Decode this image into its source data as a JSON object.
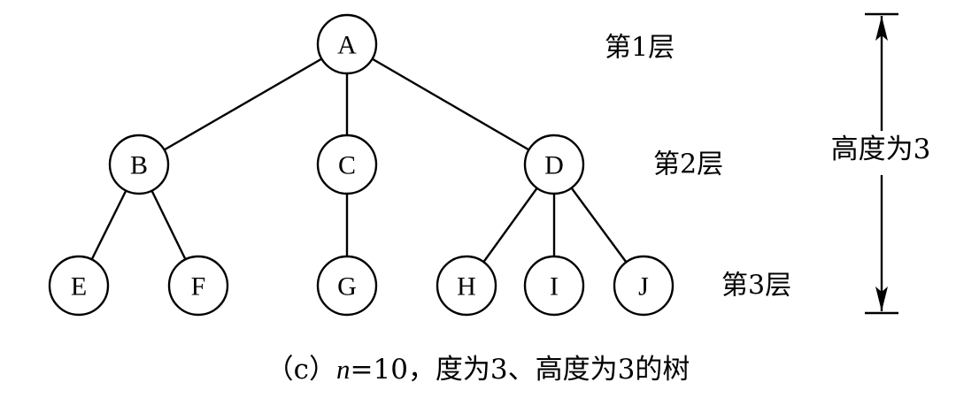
{
  "tree": {
    "nodes": [
      {
        "id": "A",
        "label": "A"
      },
      {
        "id": "B",
        "label": "B"
      },
      {
        "id": "C",
        "label": "C"
      },
      {
        "id": "D",
        "label": "D"
      },
      {
        "id": "E",
        "label": "E"
      },
      {
        "id": "F",
        "label": "F"
      },
      {
        "id": "G",
        "label": "G"
      },
      {
        "id": "H",
        "label": "H"
      },
      {
        "id": "I",
        "label": "I"
      },
      {
        "id": "J",
        "label": "J"
      }
    ],
    "edges": [
      [
        "A",
        "B"
      ],
      [
        "A",
        "C"
      ],
      [
        "A",
        "D"
      ],
      [
        "B",
        "E"
      ],
      [
        "B",
        "F"
      ],
      [
        "C",
        "G"
      ],
      [
        "D",
        "H"
      ],
      [
        "D",
        "I"
      ],
      [
        "D",
        "J"
      ]
    ]
  },
  "levels": {
    "level1": "第1层",
    "level2": "第2层",
    "level3": "第3层"
  },
  "height_label": "高度为3",
  "caption": {
    "prefix": "（c）",
    "variable": "n",
    "rest": "=10，度为3、高度为3的树"
  }
}
